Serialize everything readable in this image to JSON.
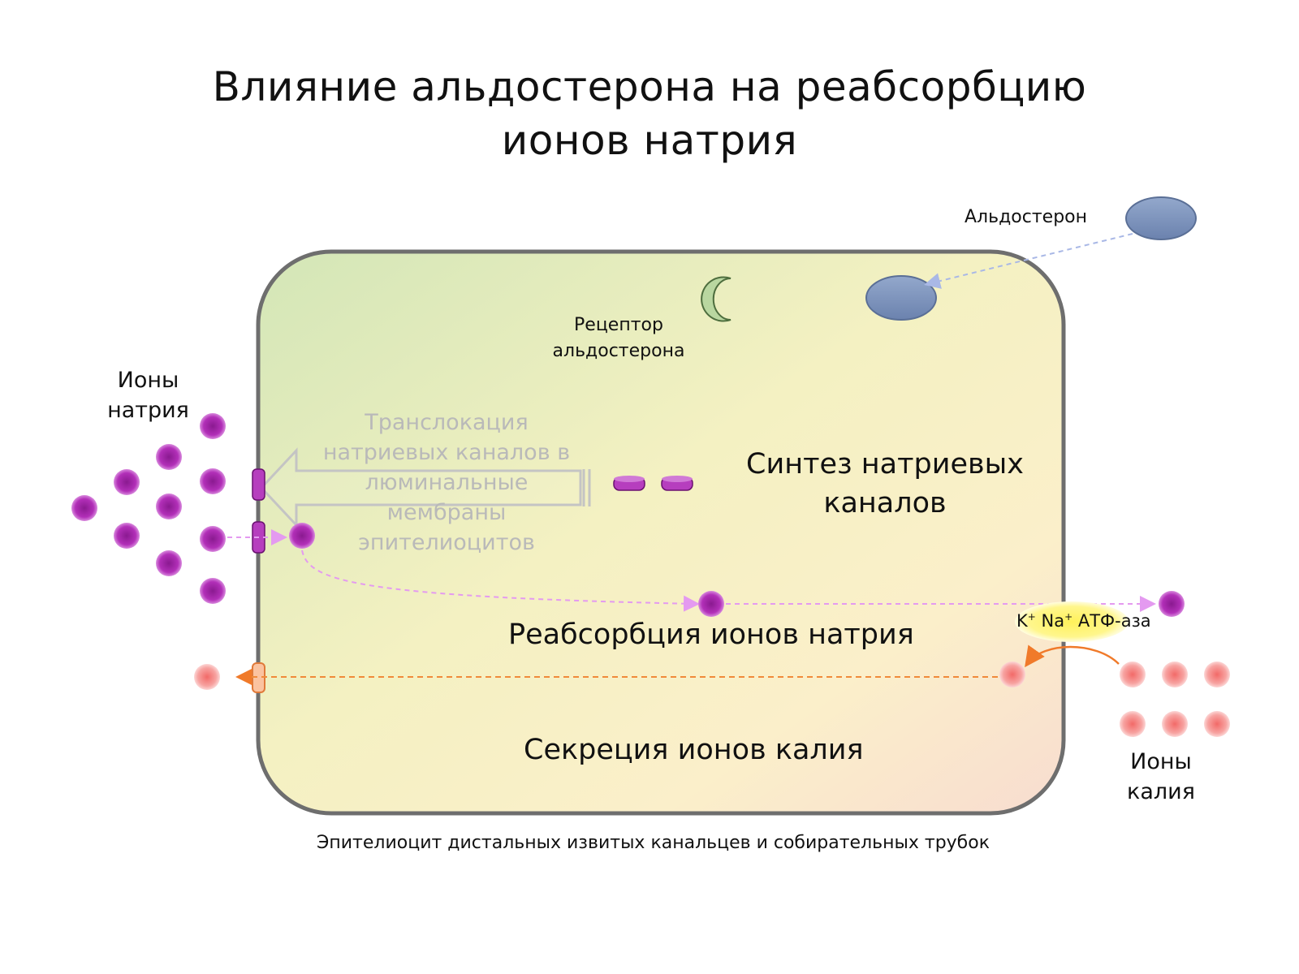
{
  "title": {
    "line1": "Влияние альдостерона на реабсорбцию",
    "line2": "ионов натрия"
  },
  "labels": {
    "aldosterone": "Альдостерон",
    "receptor_line1": "Рецептор",
    "receptor_line2": "альдостерона",
    "sodium_ions_line1": "Ионы",
    "sodium_ions_line2": "натрия",
    "translocation_lines": [
      "Транслокация",
      "натриевых каналов в",
      "люминальные",
      "мембраны",
      "эпителиоцитов"
    ],
    "synthesis_line1": "Синтез натриевых",
    "synthesis_line2": "каналов",
    "reabsorption": "Реабсорбция ионов натрия",
    "pump_k": "K",
    "pump_plus_k": "+",
    "pump_na": " Na",
    "pump_plus_na": "+",
    "pump_atp": " АТФ-аза",
    "potassium_secretion": "Секреция ионов калия",
    "potassium_ions_line1": "Ионы",
    "potassium_ions_line2": "калия",
    "caption": "Эпителиоцит дистальных извитых канальцев и собирательных трубок"
  },
  "colors": {
    "sodium_ion": "#a020a8",
    "potassium_ion": "#f47a78",
    "hormone": "#7f95bd",
    "receptor": "#b7d6a0",
    "cell_border": "#6e6e6e",
    "pump": "#fff46a",
    "sodium_path": "#e49af0",
    "potassium_path": "#f08a3a"
  }
}
